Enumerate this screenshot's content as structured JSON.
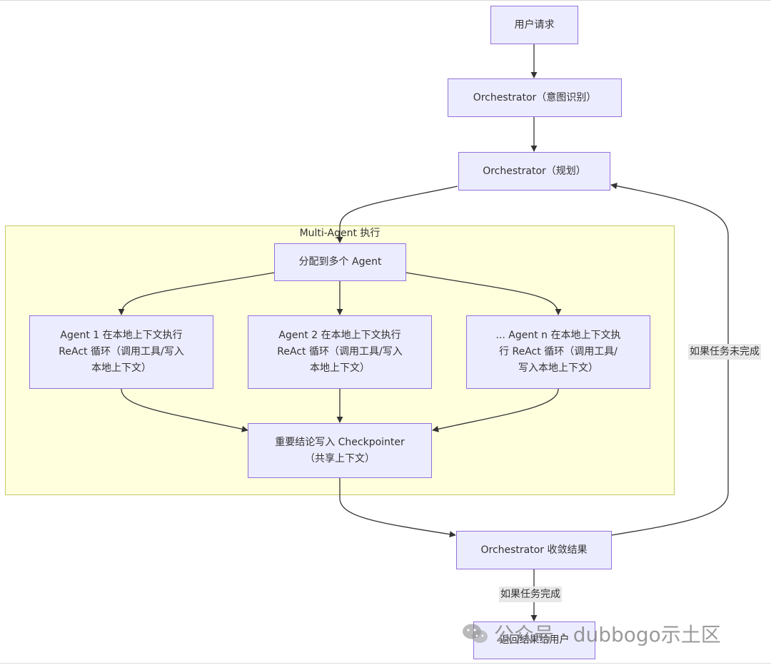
{
  "diagram": {
    "cluster_label": "Multi-Agent 执行",
    "nodes": {
      "user_request": "用户请求",
      "intent": "Orchestrator（意图识别）",
      "plan": "Orchestrator（规划）",
      "dispatch": "分配到多个 Agent",
      "agent1_line1": "Agent 1 在本地上下文执行",
      "agent1_line2": "ReAct 循环（调用工具/写入",
      "agent1_line3": "本地上下文）",
      "agent2_line1": "Agent 2 在本地上下文执行",
      "agent2_line2": "ReAct 循环（调用工具/写入",
      "agent2_line3": "本地上下文）",
      "agentn_line1": "... Agent n 在本地上下文执",
      "agentn_line2": "行 ReAct 循环（调用工具/",
      "agentn_line3": "写入本地上下文）",
      "checkpoint_line1": "重要结论写入 Checkpointer",
      "checkpoint_line2": "（共享上下文）",
      "converge": "Orchestrator 收敛结果",
      "return": "返回结果给用户"
    },
    "edge_labels": {
      "not_done": "如果任务未完成",
      "done": "如果任务完成"
    }
  },
  "watermark": {
    "icon": "wechat-icon",
    "text": "公众号 · dubbogo示土区"
  },
  "colors": {
    "node_fill": "#ececff",
    "node_border": "#9370db",
    "cluster_fill": "#ffffde",
    "cluster_border": "#c8c86a",
    "edge": "#333333",
    "edge_label_bg": "#e8e8e8"
  }
}
